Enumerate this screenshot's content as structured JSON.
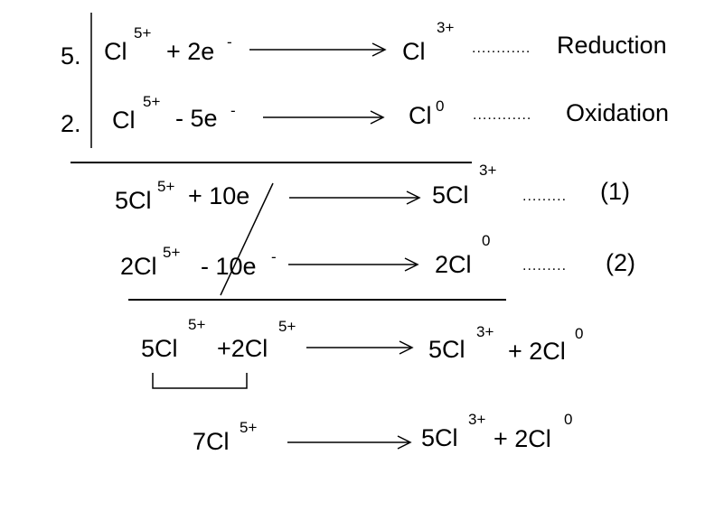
{
  "half_reactions": [
    {
      "coef": "5.",
      "species": "Cl",
      "charge": "5+",
      "electrons": "+ 2e",
      "e_sign": "-",
      "product": "Cl",
      "product_charge": "3+",
      "dots": "............",
      "label": "Reduction"
    },
    {
      "coef": "2.",
      "species": "Cl",
      "charge": "5+",
      "electrons": "- 5e",
      "e_sign": "-",
      "product": "Cl",
      "product_charge": "0",
      "dots": "............",
      "label": "Oxidation"
    }
  ],
  "multiplied": [
    {
      "lhs": "5Cl",
      "lhs_charge": "5+",
      "electrons": "+ 10e",
      "product": "5Cl",
      "product_charge": "3+",
      "dots": ".........",
      "tag": "(1)"
    },
    {
      "lhs": "2Cl",
      "lhs_charge": "5+",
      "electrons": "- 10e",
      "e_sign": "-",
      "product": "2Cl",
      "product_charge": "0",
      "dots": ".........",
      "tag": "(2)"
    }
  ],
  "sum": {
    "a": "5Cl",
    "a_charge": "5+",
    "b": "+2Cl",
    "b_charge": "5+",
    "p1": "5Cl",
    "p1_charge": "3+",
    "plus": "+ 2Cl",
    "p2_charge": "0"
  },
  "final": {
    "lhs": "7Cl",
    "lhs_charge": "5+",
    "p1": "5Cl",
    "p1_charge": "3+",
    "plus": "+ 2Cl",
    "p2_charge": "0"
  }
}
